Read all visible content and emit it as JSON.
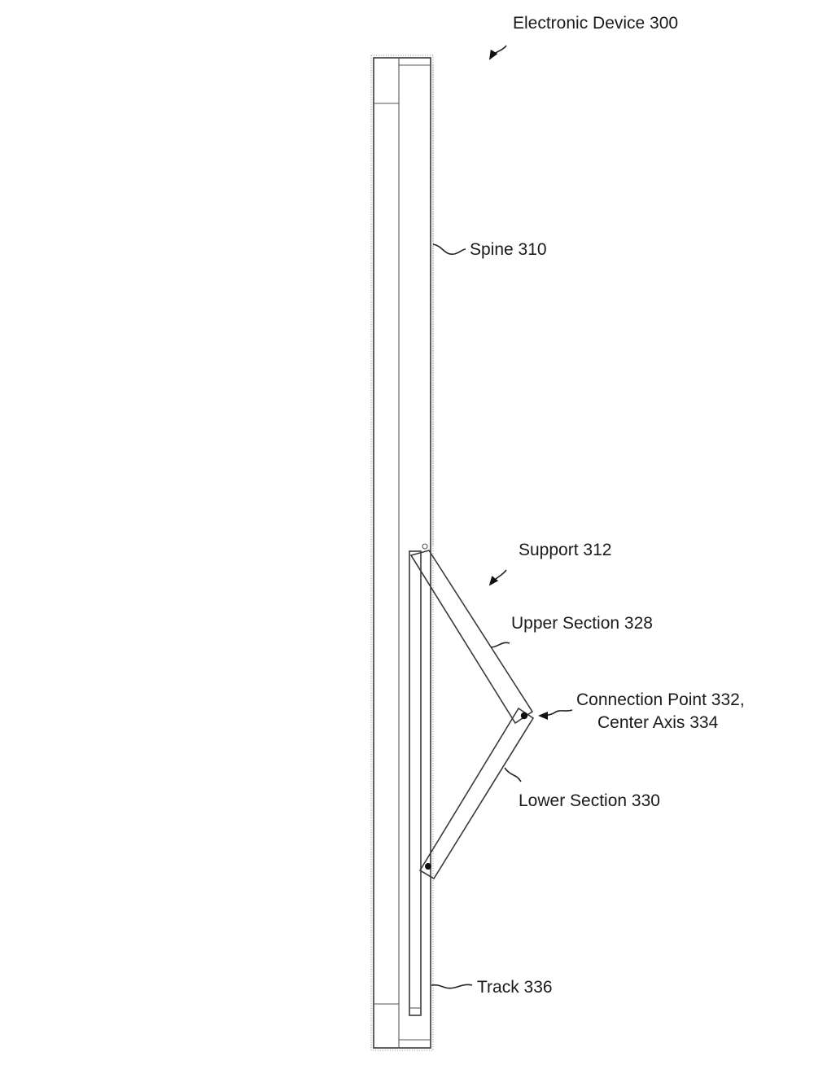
{
  "figure": {
    "labels": {
      "device": "Electronic Device 300",
      "spine": "Spine 310",
      "support": "Support 312",
      "upper_section": "Upper Section 328",
      "connection_point": "Connection Point 332,",
      "center_axis": "Center Axis 334",
      "lower_section": "Lower Section 330",
      "track": "Track 336"
    }
  }
}
